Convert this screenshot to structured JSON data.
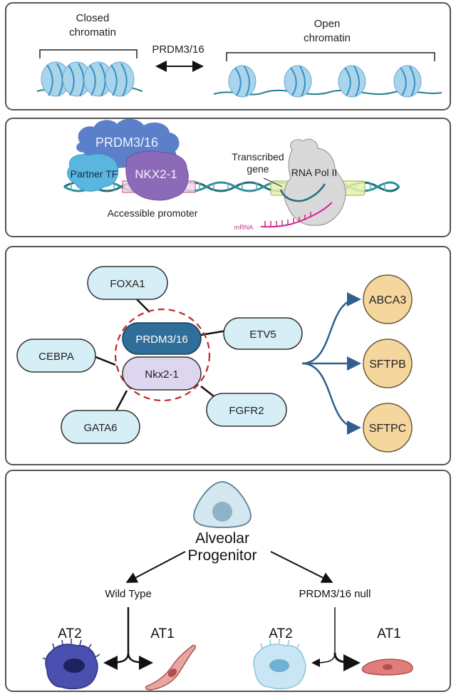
{
  "panel1": {
    "closed_label_1": "Closed",
    "closed_label_2": "chromatin",
    "open_label_1": "Open",
    "open_label_2": "chromatin",
    "arrow_label": "PRDM3/16"
  },
  "panel2": {
    "prdm_label": "PRDM3/16",
    "partner_label": "Partner TF",
    "nkx_label": "NKX2-1",
    "promoter_label": "Accessible promoter",
    "transcribed_1": "Transcribed",
    "transcribed_2": "gene",
    "polii_label": "RNA Pol II",
    "mrna_label": "mRNA"
  },
  "panel3": {
    "nodes": {
      "foxa1": "FOXA1",
      "etv5": "ETV5",
      "cebpa": "CEBPA",
      "fgfr2": "FGFR2",
      "gata6": "GATA6",
      "prdm": "PRDM3/16",
      "nkx": "Nkx2-1"
    },
    "targets": [
      "ABCA3",
      "SFTPB",
      "SFTPC"
    ]
  },
  "panel4": {
    "progenitor_1": "Alveolar",
    "progenitor_2": "Progenitor",
    "wild_type": "Wild Type",
    "null_label": "PRDM3/16 null",
    "wt_at2": "AT2",
    "wt_at1": "AT1",
    "null_at2": "AT2",
    "null_at1": "AT1"
  },
  "colors": {
    "panel_border": "#555555",
    "nucleosome": "#a8d4ec",
    "dna": "#1f7f8c",
    "node_fill": "#d6eef6",
    "prdm_fill": "#2f6e99",
    "nkx_fill": "#ddd6ee",
    "target_fill": "#f5d79e",
    "arrow_blue": "#2f5f8f",
    "mrna": "#d4268e"
  }
}
